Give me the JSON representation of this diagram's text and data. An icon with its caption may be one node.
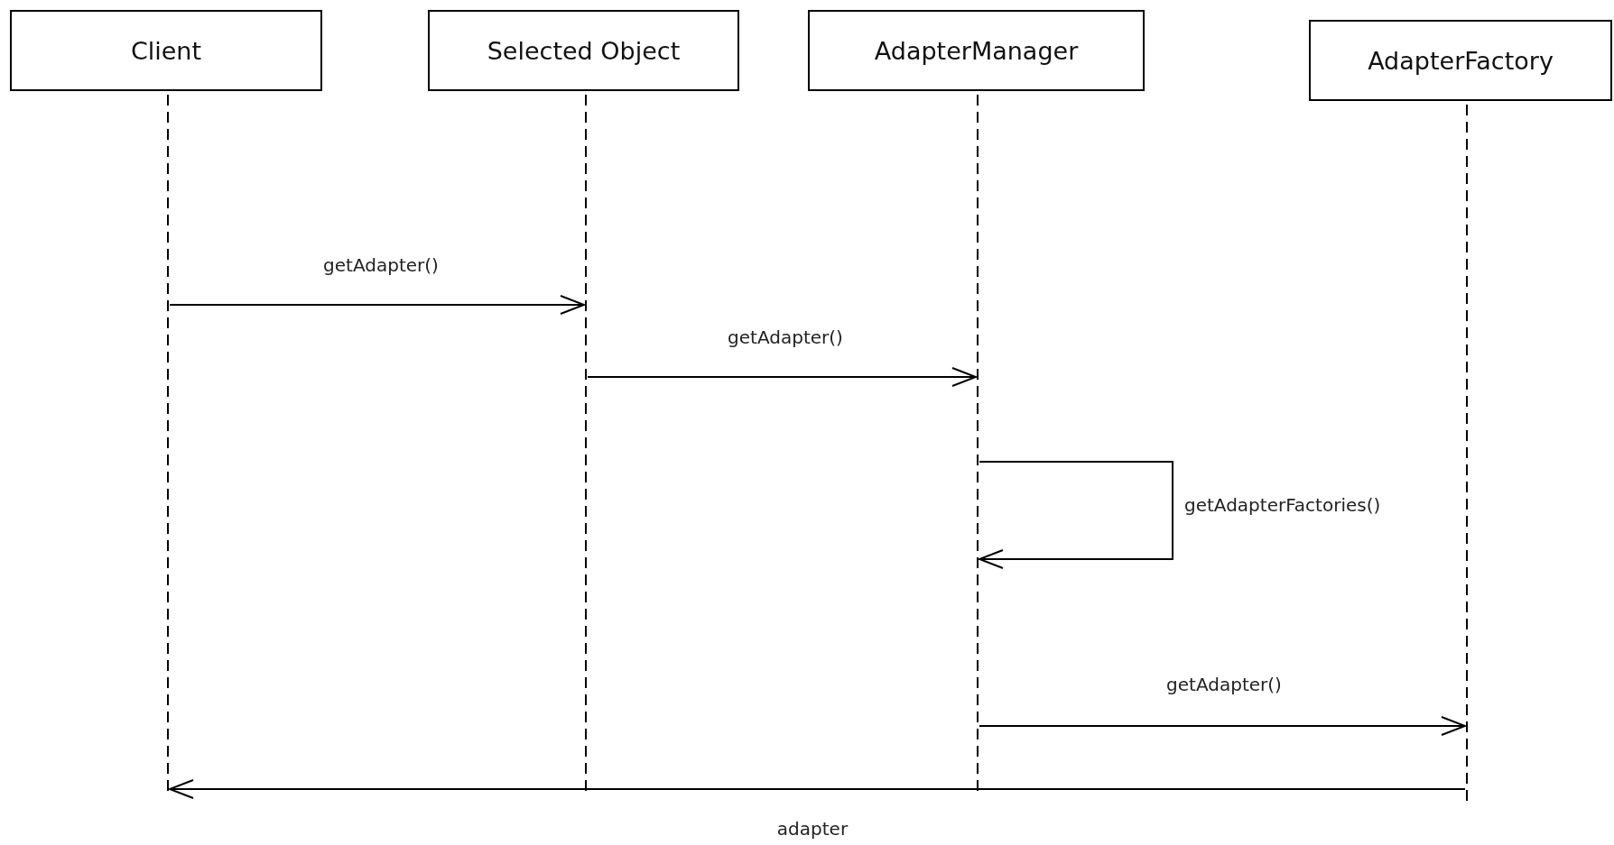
{
  "diagram": {
    "nodes": [
      {
        "text": [
          "Client"
        ]
      },
      {
        "text": [
          "Selected Object"
        ]
      },
      {
        "text": [
          "AdapterManager"
        ]
      },
      {
        "text": [
          "AdapterFactory"
        ]
      }
    ],
    "edges": [
      {
        "from": 0,
        "to": 1,
        "arrow": "to",
        "label": "getAdapter()"
      },
      {
        "from": 1,
        "to": 2,
        "arrow": "to",
        "label": "getAdapter()"
      },
      {
        "from": 2,
        "to": 2,
        "arrow": "to",
        "label": "getAdapterFactories()"
      },
      {
        "from": 2,
        "to": 3,
        "arrow": "to",
        "label": "getAdapter()"
      },
      {
        "from": 3,
        "to": 0,
        "arrow": "to",
        "label": "adapter"
      }
    ]
  }
}
